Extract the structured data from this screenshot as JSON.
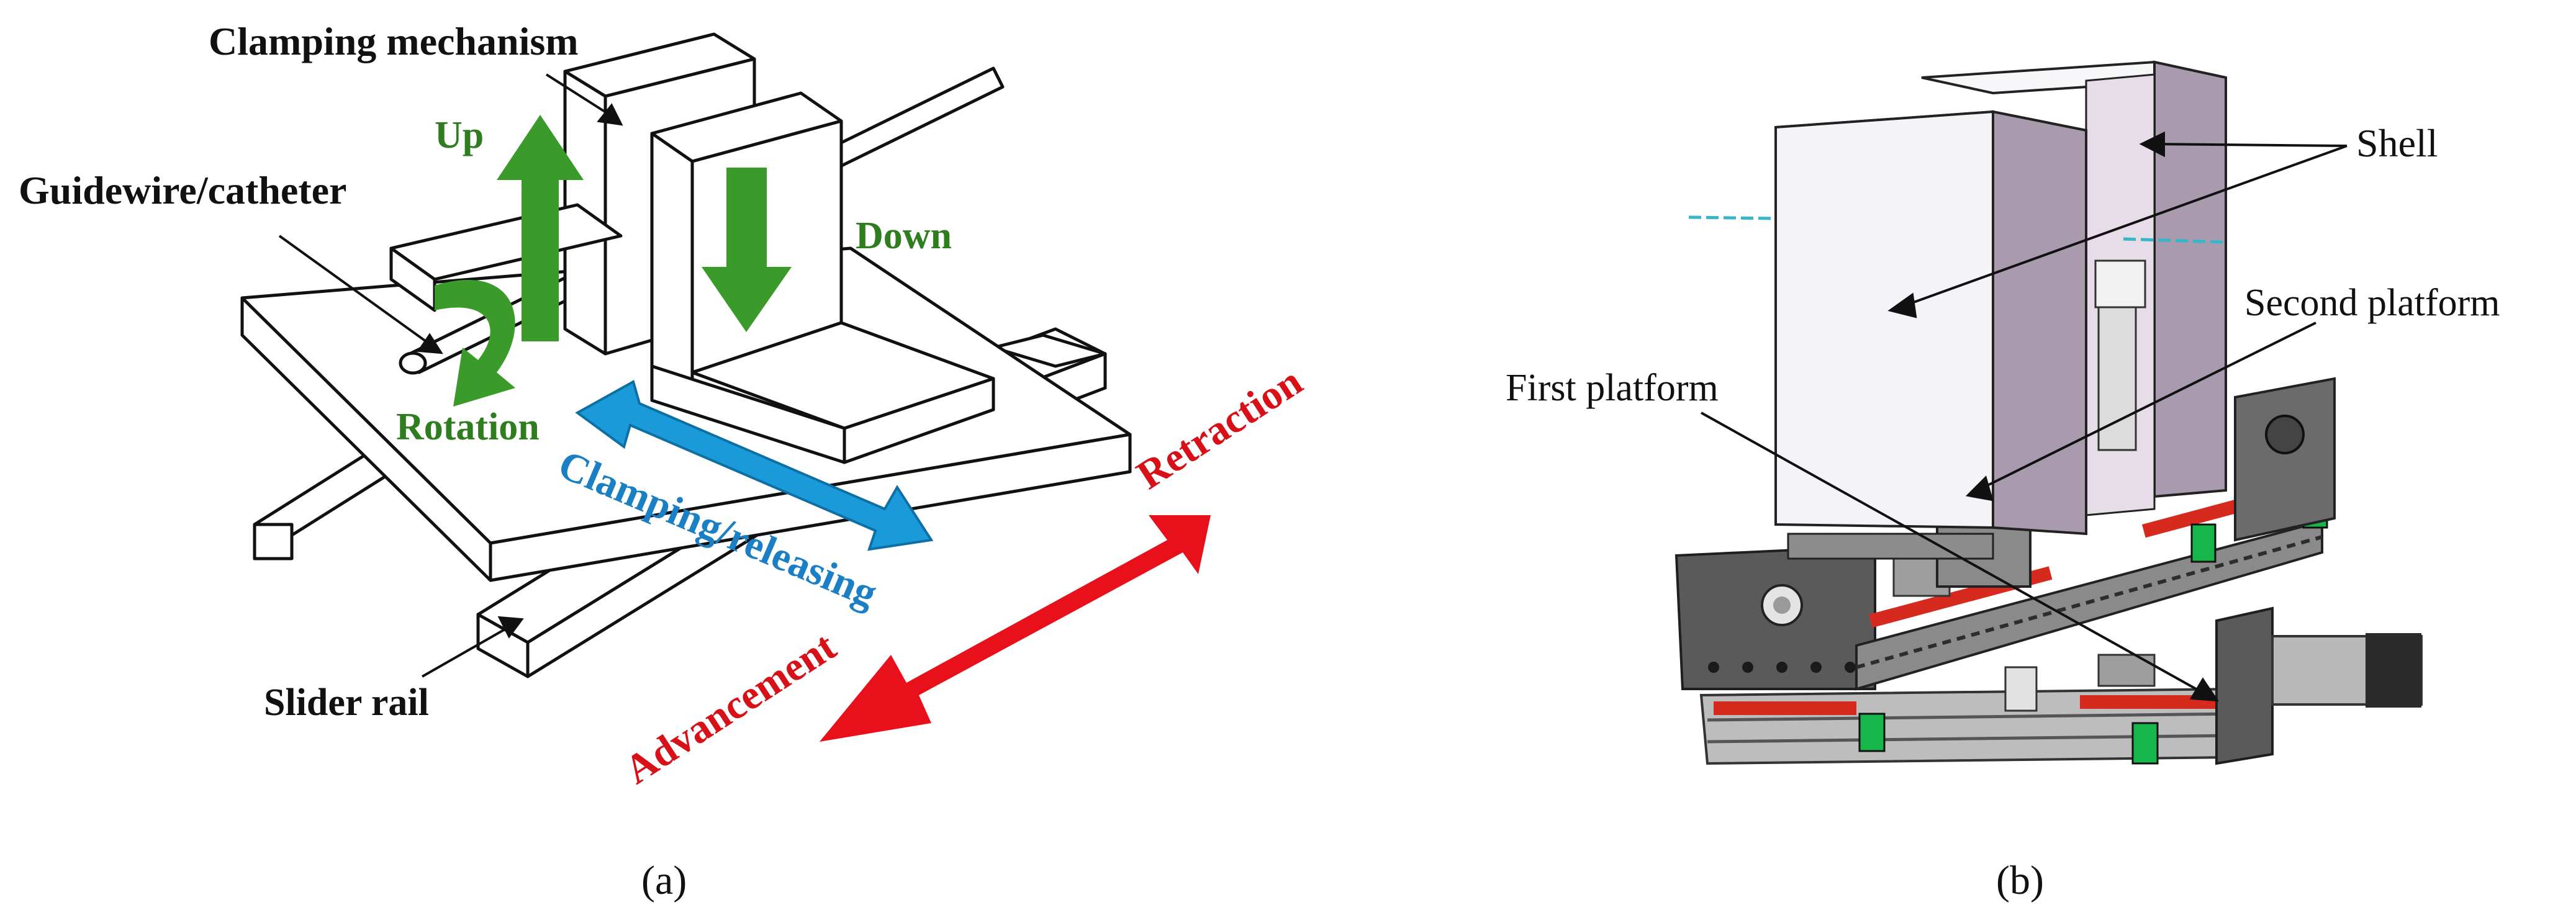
{
  "panel_a": {
    "labels": {
      "clamping_mechanism": "Clamping mechanism",
      "guidewire": "Guidewire/catheter",
      "up": "Up",
      "down": "Down",
      "rotation": "Rotation",
      "clamping_releasing": "Clamping/releasing",
      "slider_rail": "Slider rail",
      "advancement": "Advancement",
      "retraction": "Retraction"
    },
    "caption": "(a)"
  },
  "panel_b": {
    "labels": {
      "shell": "Shell",
      "second_platform": "Second platform",
      "first_platform": "First platform"
    },
    "caption": "(b)"
  },
  "colors": {
    "green_arrow": "#3a9a2a",
    "green_text": "#2e7d1e",
    "blue_arrow": "#1a9ad8",
    "blue_text": "#1a7fc4",
    "red_arrow": "#e8101a",
    "red_text": "#d81018",
    "outline": "#111111",
    "shell_front": "#f4f4f8",
    "shell_side": "#a99aad",
    "rail_red": "#d62a1e",
    "block_green": "#17b64a",
    "metal_dark": "#2a2a2a"
  }
}
